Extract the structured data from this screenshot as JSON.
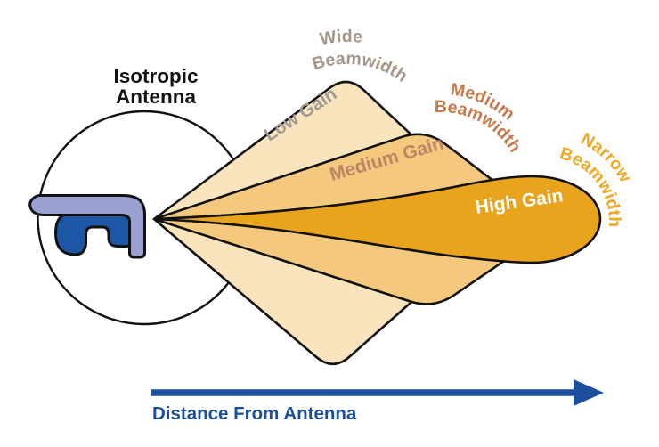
{
  "background": "#FFFFFF",
  "outline_color": "#111111",
  "title": {
    "line1": "Isotropic",
    "line2": "Antenna",
    "color": "#111111"
  },
  "lobes": {
    "wide": {
      "beamwidth_word": "Wide",
      "beamwidth_word2": "Beamwidth",
      "gain_label": "Low Gain",
      "fill": "#F9E4BE",
      "label_color": "#A69687",
      "gain_color": "#9E9B94"
    },
    "medium": {
      "beamwidth_word": "Medium",
      "beamwidth_word2": "Beamwidth",
      "gain_label": "Medium Gain",
      "fill": "#F4C87D",
      "label_color": "#C7794B",
      "gain_color": "#BC8568"
    },
    "narrow": {
      "beamwidth_word": "Narrow",
      "beamwidth_word2": "Beamwidth",
      "gain_label": "High Gain",
      "fill": "#E9A41E",
      "label_color": "#F0A825",
      "gain_color": "#FFFFFF"
    }
  },
  "axis": {
    "label": "Distance From Antenna",
    "color": "#1B4F9E"
  },
  "antenna_icon": {
    "horn_color": "#9AA1D1",
    "base_color": "#1D56A4"
  }
}
